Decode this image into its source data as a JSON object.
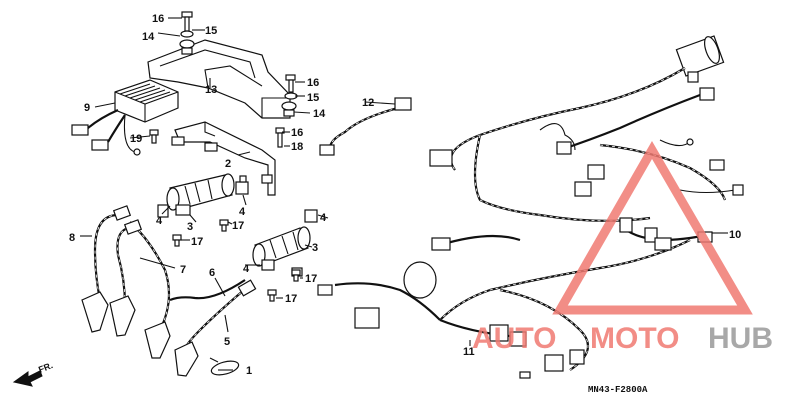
{
  "diagram": {
    "callouts": [
      {
        "id": "c16a",
        "text": "16"
      },
      {
        "id": "c15a",
        "text": "15"
      },
      {
        "id": "c14a",
        "text": "14"
      },
      {
        "id": "c13",
        "text": "13"
      },
      {
        "id": "c9",
        "text": "9"
      },
      {
        "id": "c19",
        "text": "19"
      },
      {
        "id": "c16b",
        "text": "16"
      },
      {
        "id": "c15b",
        "text": "15"
      },
      {
        "id": "c14b",
        "text": "14"
      },
      {
        "id": "c16c",
        "text": "16"
      },
      {
        "id": "c18",
        "text": "18"
      },
      {
        "id": "c12",
        "text": "12"
      },
      {
        "id": "c2",
        "text": "2"
      },
      {
        "id": "c4a",
        "text": "4"
      },
      {
        "id": "c3a",
        "text": "3"
      },
      {
        "id": "c17a",
        "text": "17"
      },
      {
        "id": "c4b",
        "text": "4"
      },
      {
        "id": "c17b",
        "text": "17"
      },
      {
        "id": "c8",
        "text": "8"
      },
      {
        "id": "c4c",
        "text": "4"
      },
      {
        "id": "c3b",
        "text": "3"
      },
      {
        "id": "c7",
        "text": "7"
      },
      {
        "id": "c6",
        "text": "6"
      },
      {
        "id": "c4d",
        "text": "4"
      },
      {
        "id": "c17c",
        "text": "17"
      },
      {
        "id": "c17d",
        "text": "17"
      },
      {
        "id": "c5",
        "text": "5"
      },
      {
        "id": "c1",
        "text": "1"
      },
      {
        "id": "c10",
        "text": "10"
      },
      {
        "id": "c11",
        "text": "11"
      }
    ],
    "front_arrow_label": "FR.",
    "diagram_code": "MN43-F2800A"
  },
  "watermark": {
    "part1": "AUTO",
    "part2": "MOTO",
    "part3": "HUB",
    "red": "#f07a72",
    "gray": "#9a9a9a"
  }
}
